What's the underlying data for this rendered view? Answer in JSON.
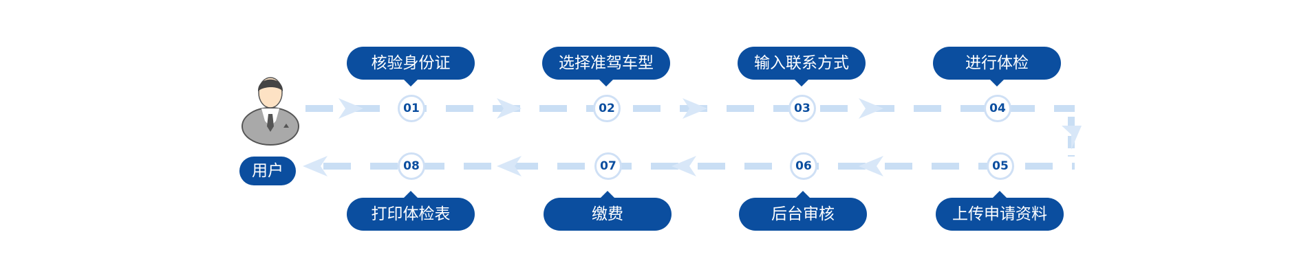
{
  "user": {
    "label": "用户",
    "icon": "user-avatar-icon"
  },
  "steps": [
    {
      "num": "01",
      "label": "核验身份证"
    },
    {
      "num": "02",
      "label": "选择准驾车型"
    },
    {
      "num": "03",
      "label": "输入联系方式"
    },
    {
      "num": "04",
      "label": "进行体检"
    },
    {
      "num": "05",
      "label": "上传申请资料"
    },
    {
      "num": "06",
      "label": "后台审核"
    },
    {
      "num": "07",
      "label": "缴费"
    },
    {
      "num": "08",
      "label": "打印体检表"
    }
  ],
  "colors": {
    "pill": "#0b4e9f",
    "number": "#0b4e9f",
    "dash_line": "#c9def4",
    "arrow": "#d8e7f8",
    "circle_border": "#cfe0f5"
  }
}
